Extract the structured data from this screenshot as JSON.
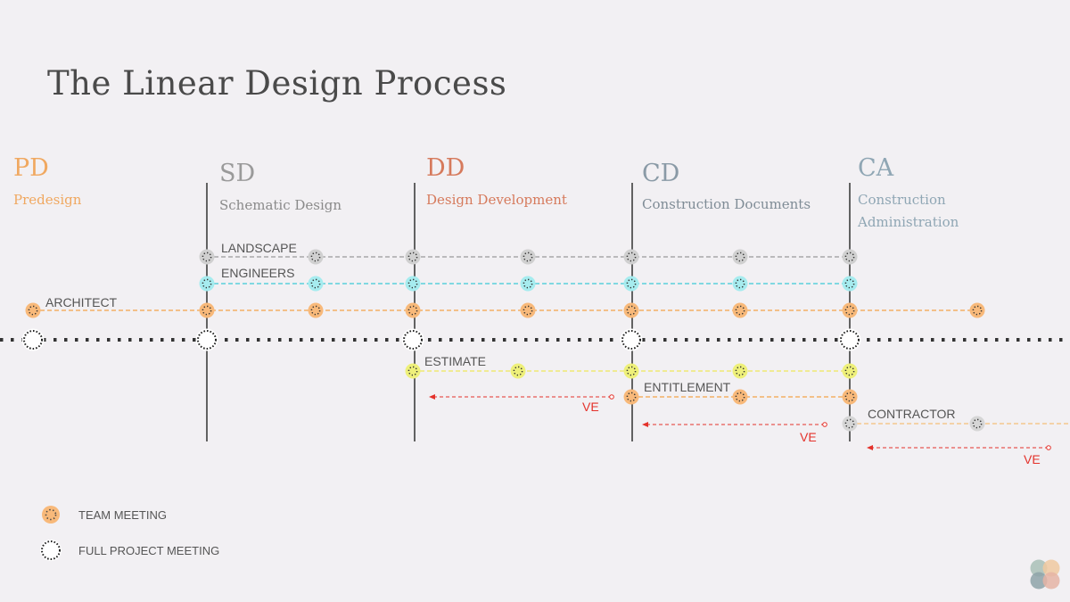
{
  "title": "The Linear Design Process",
  "phases": [
    {
      "code": "PD",
      "name": "Predesign",
      "color": "#f0a860"
    },
    {
      "code": "SD",
      "name": "Schematic Design",
      "color": "#9a9a9a"
    },
    {
      "code": "DD",
      "name": "Design Development",
      "color": "#d67a5c"
    },
    {
      "code": "CD",
      "name": "Construction Documents",
      "color": "#8a9aa6"
    },
    {
      "code": "CA",
      "name_lines": [
        "Construction",
        "Administration"
      ],
      "color": "#8fa6b4"
    }
  ],
  "tracks": {
    "landscape": {
      "label": "LANDSCAPE",
      "color": "#9a9a9a",
      "node_color": "#d0d0d0"
    },
    "engineers": {
      "label": "ENGINEERS",
      "color": "#3cc9d6",
      "node_color": "#a6ecef"
    },
    "architect": {
      "label": "ARCHITECT",
      "color": "#f4a347",
      "node_color": "#f8b97a"
    },
    "estimate": {
      "label": "ESTIMATE",
      "color": "#efe85a",
      "node_color": "#eef07a"
    },
    "entitlement": {
      "label": "ENTITLEMENT",
      "color": "#f4a347",
      "node_color": "#f8b97a"
    },
    "contractor": {
      "label": "CONTRACTOR",
      "color": "#f6c07a",
      "node_color": "#d6d6d6"
    }
  },
  "ve_label": "VE",
  "ve_color": "#e4322b",
  "legend": {
    "team_meeting": "TEAM MEETING",
    "full_project_meeting": "FULL PROJECT MEETING"
  },
  "logo_colors": [
    "#a9bfb6",
    "#f0c9a0",
    "#8ea3a8",
    "#e5b4a4"
  ]
}
